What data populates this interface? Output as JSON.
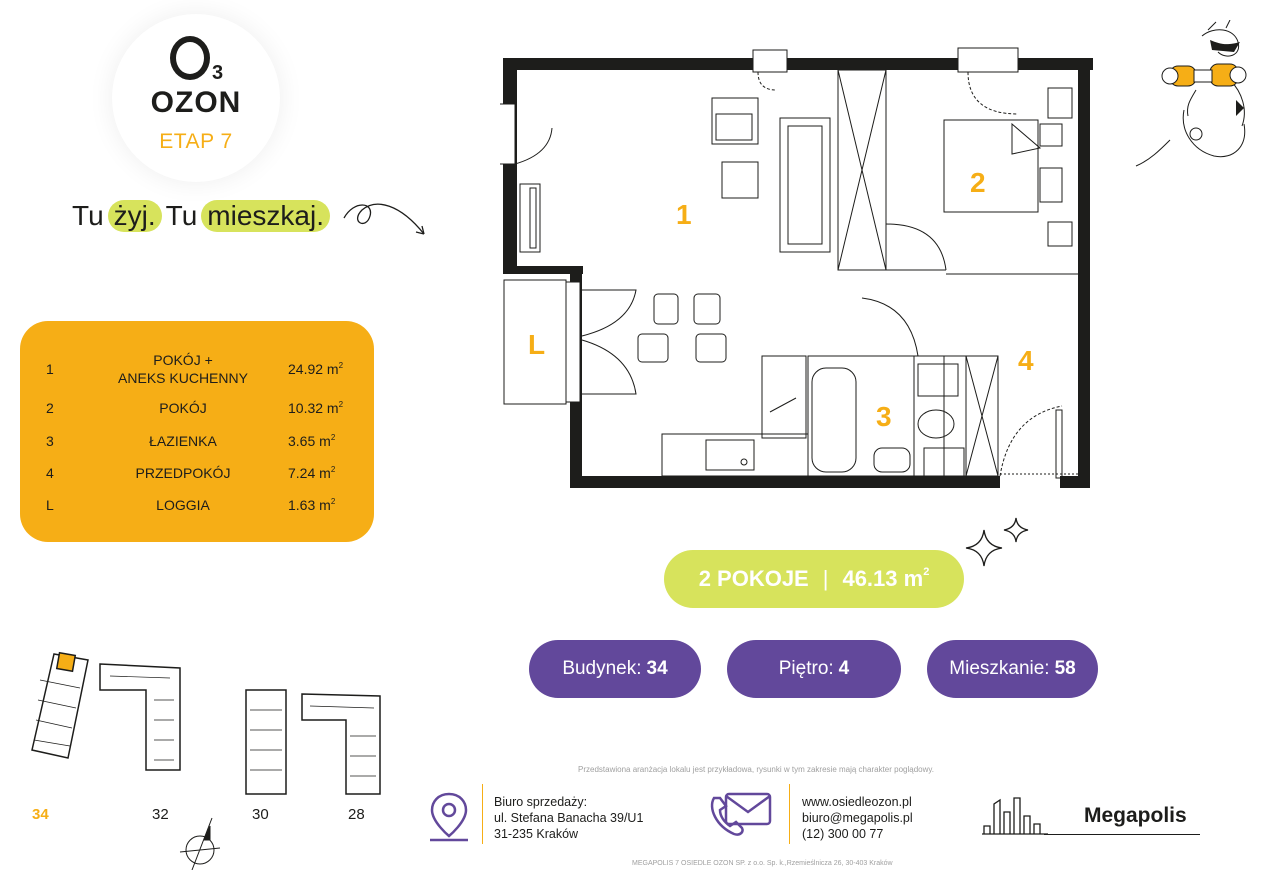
{
  "logo": {
    "mark": "3",
    "name": "OZON",
    "etap": "ETAP 7"
  },
  "slogan": {
    "part1": "Tu",
    "hl1": "żyj.",
    "part2": "Tu",
    "hl2": "mieszkaj."
  },
  "rooms": [
    {
      "num": "1",
      "name_line1": "POKÓJ +",
      "name_line2": "ANEKS KUCHENNY",
      "area": "24.92 m",
      "unit_sup": "2"
    },
    {
      "num": "2",
      "name_line1": "POKÓJ",
      "name_line2": "",
      "area": "10.32 m",
      "unit_sup": "2"
    },
    {
      "num": "3",
      "name_line1": "ŁAZIENKA",
      "name_line2": "",
      "area": "3.65 m",
      "unit_sup": "2"
    },
    {
      "num": "4",
      "name_line1": "PRZEDPOKÓJ",
      "name_line2": "",
      "area": "7.24 m",
      "unit_sup": "2"
    },
    {
      "num": "L",
      "name_line1": "LOGGIA",
      "name_line2": "",
      "area": "1.63 m",
      "unit_sup": "2"
    }
  ],
  "plan_labels": {
    "room1": "1",
    "room2": "2",
    "room3": "3",
    "room4": "4",
    "loggia": "L"
  },
  "summary": {
    "rooms": "2 POKOJE",
    "separator": "|",
    "area": "46.13 m",
    "unit_sup": "2"
  },
  "info": {
    "budynek_label": "Budynek:",
    "budynek_value": "34",
    "pietro_label": "Piętro:",
    "pietro_value": "4",
    "mieszkanie_label": "Mieszkanie:",
    "mieszkanie_value": "58"
  },
  "buildings": [
    {
      "label": "34",
      "active": true
    },
    {
      "label": "32",
      "active": false
    },
    {
      "label": "30",
      "active": false
    },
    {
      "label": "28",
      "active": false
    }
  ],
  "disclaimer": "Przedstawiona aranżacja lokalu jest przykładowa, rysunki w tym zakresie mają charakter poglądowy.",
  "office": {
    "title": "Biuro sprzedaży:",
    "street": "ul. Stefana Banacha 39/U1",
    "city": "31-235 Kraków"
  },
  "contact": {
    "web": "www.osiedleozon.pl",
    "email": "biuro@megapolis.pl",
    "phone": "(12) 300 00 77"
  },
  "brand": {
    "name": "Megapolis"
  },
  "footer": "MEGAPOLIS 7 OSIEDLE OZON SP. z o.o. Sp. k.,Rzemieślnicza 26, 30-403 Kraków",
  "colors": {
    "yellow": "#f6ae16",
    "lime": "#d7e35c",
    "purple": "#62489b",
    "dark": "#1d1d1b"
  }
}
